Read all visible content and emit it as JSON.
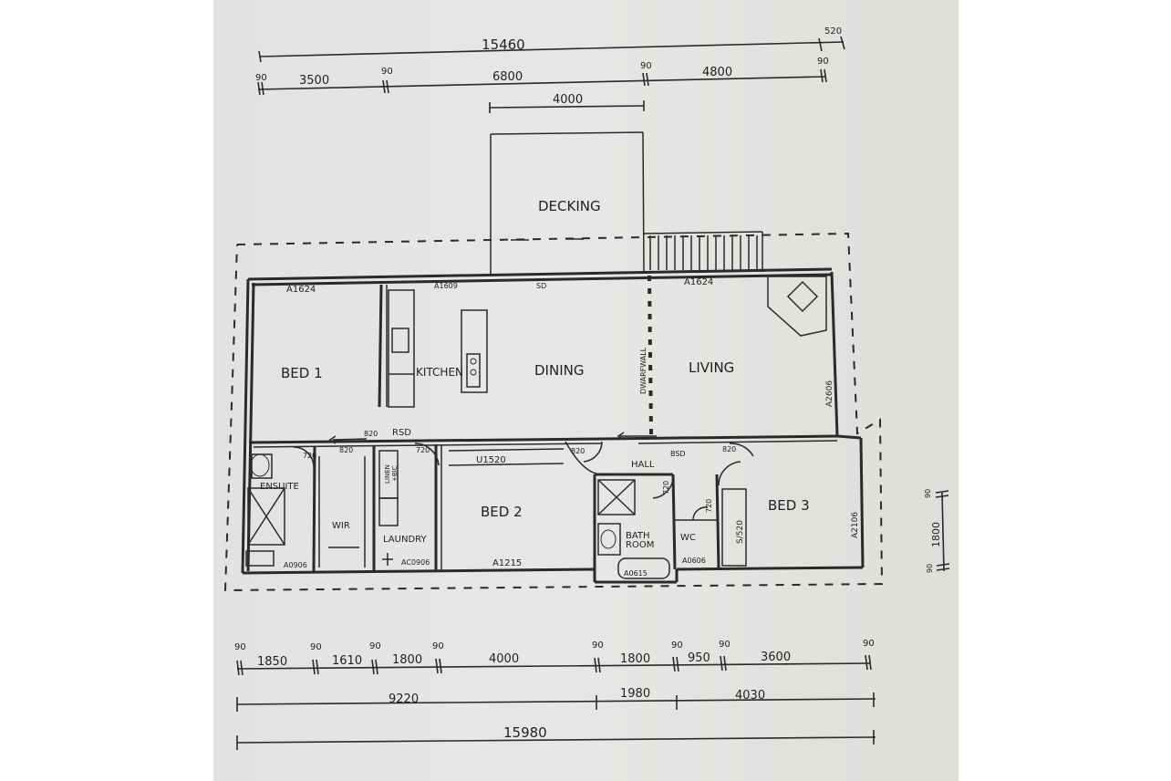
{
  "rooms": {
    "decking": "DECKING",
    "bed1": "BED 1",
    "kitchen": "KITCHEN",
    "dining": "DINING",
    "living": "LIVING",
    "bed2": "BED 2",
    "bed3": "BED 3",
    "ensuite": "ENSUITE",
    "wir": "WIR",
    "laundry": "LAUNDRY",
    "bathroom_line1": "BATH",
    "bathroom_line2": "ROOM",
    "wc": "WC",
    "hall": "HALL",
    "linen_line1": "LINEN",
    "linen_line2": "+BIC",
    "dwarf_wall": "DWARFWALL"
  },
  "openings": {
    "a1624_bed1": "A1624",
    "a1609": "A1609",
    "sd": "SD",
    "a1624_living": "A1624",
    "a2606_living": "A2606",
    "a2106_bed3": "A2106",
    "a0906_ensuite": "A0906",
    "ac0906_laundry": "AC0906",
    "a1215": "A1215",
    "a0615": "A0615",
    "a0606": "A0606",
    "u1520": "U1520",
    "s1520": "S/520",
    "rsd_bed1": "RSD",
    "bsd_hall": "BSD",
    "d820_1": "820",
    "d820_2": "820",
    "d720_1": "720",
    "d720_2": "720",
    "d820_3": "820",
    "d820_4": "820",
    "d720_3": "720",
    "d720_4": "720"
  },
  "dimensions": {
    "top_total": "15460",
    "top_overhang": "520",
    "top_w1": "90",
    "top_w2": "90",
    "top_w3": "90",
    "top_w4": "90",
    "top_3500": "3500",
    "top_6800": "6800",
    "top_4800": "4800",
    "decking_width": "4000",
    "bottom_w1": "90",
    "bottom_w2": "90",
    "bottom_w3": "90",
    "bottom_w4": "90",
    "bottom_w5": "90",
    "bottom_w6": "90",
    "bottom_w7": "90",
    "bottom_w8": "90",
    "bottom_1850": "1850",
    "bottom_1610": "1610",
    "bottom_1800a": "1800",
    "bottom_4000": "4000",
    "bottom_1800b": "1800",
    "bottom_950": "950",
    "bottom_3600": "3600",
    "mid_9220": "9220",
    "mid_1980": "1980",
    "mid_4030": "4030",
    "bottom_total": "15980",
    "side_1800": "1800",
    "side_90a": "90",
    "side_90b": "90"
  }
}
